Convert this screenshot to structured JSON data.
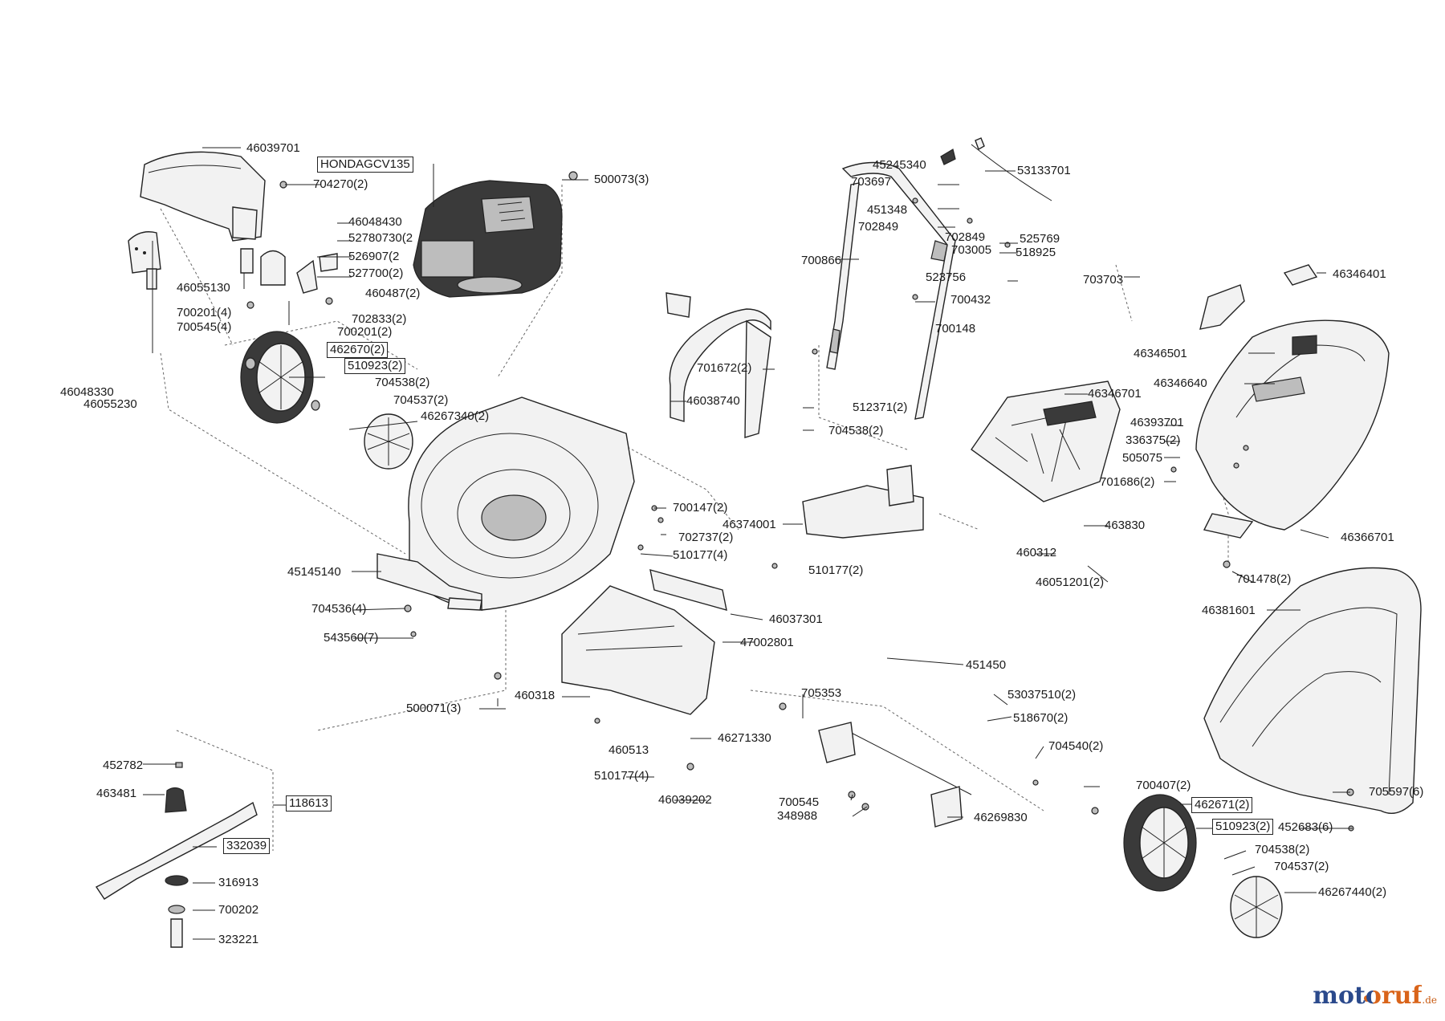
{
  "diagram": {
    "part_labels": {
      "p46039701": "46039701",
      "pHonda": "HONDAGCV135",
      "p704270_2": "704270(2)",
      "p500073_3": "500073(3)",
      "p46048430": "46048430",
      "p52780730": "52780730(2",
      "p526907": "526907(2",
      "p527700": "527700(2)",
      "p46055130": "46055130",
      "p460487": "460487(2)",
      "p700201_4": "700201(4)",
      "p700545_4": "700545(4)",
      "p702833": "702833(2)",
      "p700201_2": "700201(2)",
      "p462670": "462670(2)",
      "p510923_a": "510923(2)",
      "p704538_a": "704538(2)",
      "p46048330": "46048330",
      "p46055230": "46055230",
      "p704537_a": "704537(2)",
      "p46267340": "46267340(2)",
      "p45245340": "45245340",
      "p53133701": "53133701",
      "p703697": "703697",
      "p451348": "451348",
      "p702849_a": "702849",
      "p702849_b": "702849",
      "p703005": "703005",
      "p525769": "525769",
      "p518925": "518925",
      "p700866": "700866",
      "p523756": "523756",
      "p703703": "703703",
      "p700432": "700432",
      "p700148": "700148",
      "p46346401": "46346401",
      "p46346501": "46346501",
      "p46346640": "46346640",
      "p701672": "701672(2)",
      "p46038740": "46038740",
      "p512371": "512371(2)",
      "p704538_b": "704538(2)",
      "p46346701": "46346701",
      "p46393701": "46393701",
      "p336375": "336375(2)",
      "p505075": "505075",
      "p701686": "701686(2)",
      "p700147": "700147(2)",
      "p702737": "702737(2)",
      "p46374001": "46374001",
      "p463830": "463830",
      "p46366701": "46366701",
      "p510177_4a": "510177(4)",
      "p460312": "460312",
      "p45145140": "45145140",
      "p510177_2": "510177(2)",
      "p46051201": "46051201(2)",
      "p701478": "701478(2)",
      "p704536": "704536(4)",
      "p46037301": "46037301",
      "p46381601": "46381601",
      "p543560": "543560(7)",
      "p47002801": "47002801",
      "p451450": "451450",
      "p460318": "460318",
      "p705353": "705353",
      "p53037510": "53037510(2)",
      "p500071": "500071(3)",
      "p518670": "518670(2)",
      "p46271330": "46271330",
      "p460513": "460513",
      "p704540": "704540(2)",
      "p452782": "452782",
      "p510177_4b": "510177(4)",
      "p463481": "463481",
      "p700407": "700407(2)",
      "p705597": "705597(6)",
      "p118613": "118613",
      "p46039202": "46039202",
      "p700545": "700545",
      "p462671": "462671(2)",
      "p348988": "348988",
      "p46269830": "46269830",
      "p510923_b": "510923(2)",
      "p452683": "452683(6)",
      "p332039": "332039",
      "p704538_c": "704538(2)",
      "p316913": "316913",
      "p704537_b": "704537(2)",
      "p46267440": "46267440(2)",
      "p700202": "700202",
      "p323221": "323221"
    }
  },
  "brand": {
    "logo": "motoruf",
    "tld": ".de"
  },
  "colors": {
    "line": "#222222",
    "part_fill": "#f2f2f2",
    "part_dark": "#3a3a3a",
    "brand_orange": "#d9641a",
    "brand_blue": "#2b4a8c"
  }
}
